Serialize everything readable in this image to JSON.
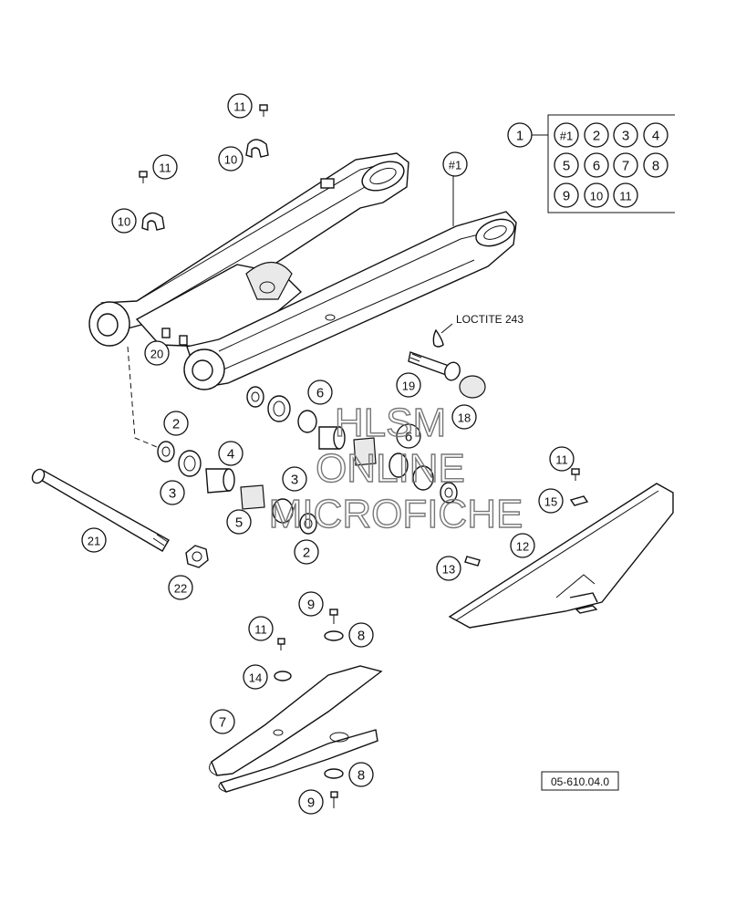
{
  "kit": {
    "ref": "1",
    "members": [
      "#1",
      "2",
      "3",
      "4",
      "5",
      "6",
      "7",
      "8",
      "9",
      "10",
      "11"
    ]
  },
  "labels": {
    "swingarm_ref": "#1",
    "loctite_note": "LOCTITE 243",
    "diagram_code": "05-610.04.0"
  },
  "callouts": [
    "11",
    "11",
    "10",
    "10",
    "20",
    "2",
    "3",
    "4",
    "5",
    "3",
    "2",
    "6",
    "6",
    "19",
    "18",
    "21",
    "22",
    "11",
    "15",
    "12",
    "13",
    "9",
    "11",
    "8",
    "14",
    "7",
    "8",
    "9"
  ],
  "watermark": {
    "line1": "HLSM",
    "line2": "ONLINE",
    "line3": "MICROFICHE"
  }
}
